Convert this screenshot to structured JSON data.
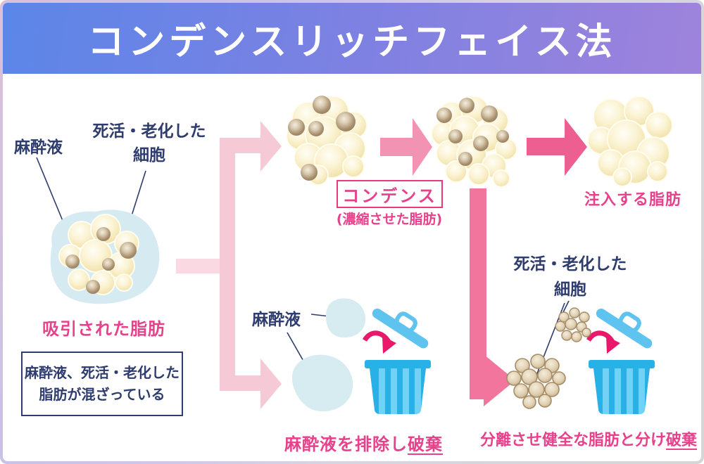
{
  "header": {
    "title": "コンデンスリッチフェイス法"
  },
  "source_fat": {
    "anesthetic_label": "麻酔液",
    "dead_cells_label_line1": "死活・老化した",
    "dead_cells_label_line2": "細胞",
    "caption": "吸引された脂肪",
    "note_line1": "麻酔液、死活・老化した",
    "note_line2": "脂肪が混ざっている"
  },
  "condense_flow": {
    "box_label": "コンデンス",
    "box_sublabel": "(濃縮させた脂肪)",
    "inject_caption": "注入する脂肪"
  },
  "discard_anesthetic": {
    "label": "麻酔液",
    "caption_main": "麻酔液を排除し",
    "caption_underlined": "破棄"
  },
  "discard_dead_cells": {
    "label_line1": "死活・老化した",
    "label_line2": "細胞",
    "caption_main": "分離させ健全な脂肪と分け",
    "caption_underlined": "破棄"
  },
  "colors": {
    "header_gradient_left": "#5b86e8",
    "header_gradient_right": "#9e83dc",
    "pink_text": "#e8418c",
    "navy_text": "#2e3c6e",
    "branch_arrow_light_pink": "#f6c9d7",
    "flow_arrow_medium_pink": "#f293b4",
    "flow_arrow_deep_pink": "#ec5f90",
    "down_arrow_pink": "#f2759d",
    "trash_can_cyan": "#28b1e6",
    "trash_lid_blue": "#5fc3ef",
    "discard_arrow_crimson": "#e9186b",
    "anesthetic_blob_blue": "#d5ebf1",
    "fat_cell_cream": "#f7eec6",
    "dead_cell_tan": "#c2ab87"
  }
}
